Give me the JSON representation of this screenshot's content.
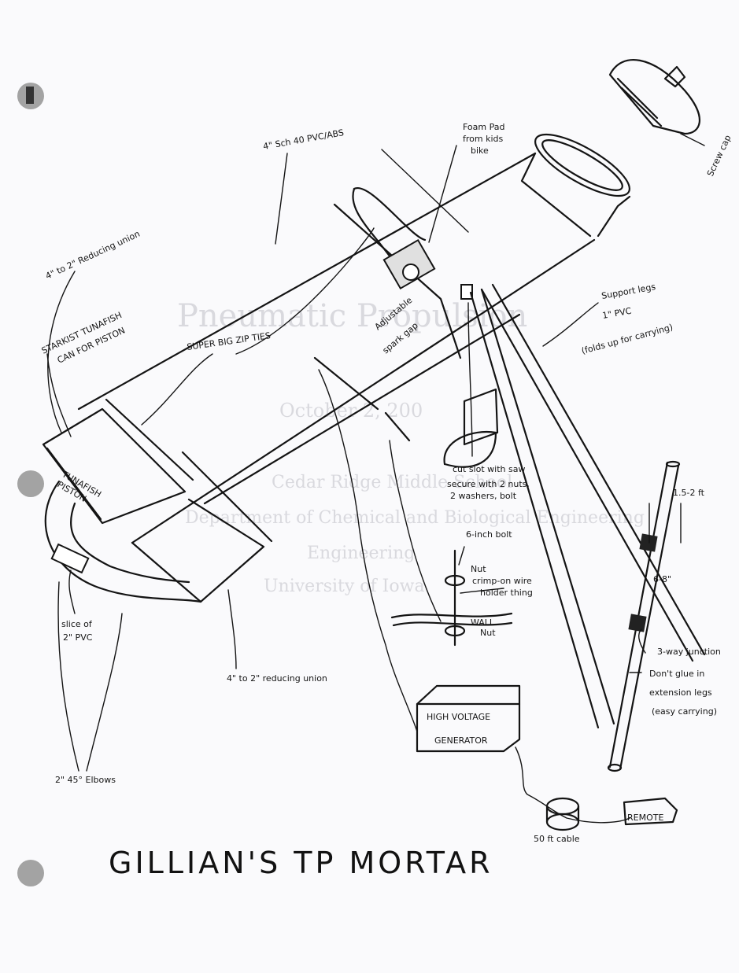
{
  "title": "GILLIAN'S TP MORTAR",
  "ghost_text": {
    "heading": "Pneumatic Propulsion",
    "line1": "October 2, 200",
    "line2": "Cedar Ridge Middle School",
    "line3": "Department of Chemical and Biological Engineering",
    "line4": "Engineering",
    "line5": "University of Iowa"
  },
  "labels": {
    "main_tube": "4\" Sch 40 PVC/ABS",
    "foam_pad_1": "Foam Pad",
    "foam_pad_2": "from kids",
    "foam_pad_3": "bike",
    "screw_cap": "Screw cap",
    "reducing_union_top": "4\" to 2\" Reducing union",
    "starkist_1": "STARKIST TUNAFISH",
    "starkist_2": "CAN FOR PISTON",
    "zip_ties": "SUPER BIG ZIP TIES",
    "spark_gap_1": "Adjustable",
    "spark_gap_2": "spark gap",
    "support_legs_1": "Support legs",
    "support_legs_2": "1\" PVC",
    "support_legs_3": "(folds up for carrying)",
    "cut_slot_1": "cut slot with saw",
    "cut_slot_2": "secure with 2 nuts,",
    "cut_slot_3": "2 washers, bolt",
    "piston_1": "TUNAFISH",
    "piston_2": "PISTON",
    "bolt": "6-inch bolt",
    "nut_top": "Nut",
    "crimp_1": "crimp-on wire",
    "crimp_2": "holder thing",
    "wall": "WALL",
    "nut_bottom": "Nut",
    "slice_1": "slice of",
    "slice_2": "2\" PVC",
    "reducing_union_bottom": "4\" to 2\" reducing union",
    "dim_top": "1.5-2 ft",
    "dim_mid": "6-8\"",
    "junction": "3-way junction",
    "no_glue_1": "Don't glue in",
    "no_glue_2": "extension legs",
    "no_glue_3": "(easy carrying)",
    "hv_1": "HIGH VOLTAGE",
    "hv_2": "GENERATOR",
    "elbows": "2\" 45° Elbows",
    "cable": "50 ft cable",
    "remote": "REMOTE"
  },
  "colors": {
    "ink": "#141414",
    "paper": "#fafafc",
    "punch_hole": "#a3a3a3"
  }
}
